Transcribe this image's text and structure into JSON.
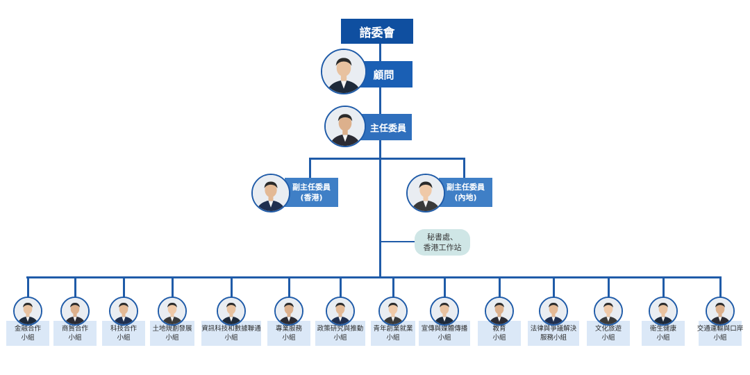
{
  "top": {
    "label": "諮委會",
    "color": "#0f4fa0"
  },
  "advisor": {
    "label": "顧問",
    "color": "#1a5fb4"
  },
  "chair": {
    "label": "主任委員",
    "color": "#2f6fbd"
  },
  "vice_hk": {
    "line1": "副主任委員",
    "line2": "(香港)",
    "color": "#3f7fc6"
  },
  "vice_mainland": {
    "line1": "副主任委員",
    "line2": "(內地)",
    "color": "#3f7fc6"
  },
  "secretariat": {
    "line1": "秘書處、",
    "line2": "香港工作站",
    "color": "#cfe6e6"
  },
  "subgroups": [
    {
      "line1": "金融合作",
      "line2": "小組"
    },
    {
      "line1": "商貿合作",
      "line2": "小組"
    },
    {
      "line1": "科技合作",
      "line2": "小組"
    },
    {
      "line1": "土地規劃發展",
      "line2": "小組"
    },
    {
      "line1": "資訊科技和數據聯通",
      "line2": "小組"
    },
    {
      "line1": "專業服務",
      "line2": "小組"
    },
    {
      "line1": "政策研究與推動",
      "line2": "小組"
    },
    {
      "line1": "青年創業就業",
      "line2": "小組"
    },
    {
      "line1": "宣傳與媒體傳播",
      "line2": "小組"
    },
    {
      "line1": "教育",
      "line2": "小組"
    },
    {
      "line1": "法律與爭議解決",
      "line2": "服務小組"
    },
    {
      "line1": "文化旅遊",
      "line2": "小組"
    },
    {
      "line1": "衛生健康",
      "line2": "小組"
    },
    {
      "line1": "交通運輸與口岸",
      "line2": "小組"
    }
  ],
  "colors": {
    "line": "#1f5ba8",
    "label_bg": "#dbe8f7"
  },
  "icons": {
    "portrait": "person-portrait-icon"
  }
}
